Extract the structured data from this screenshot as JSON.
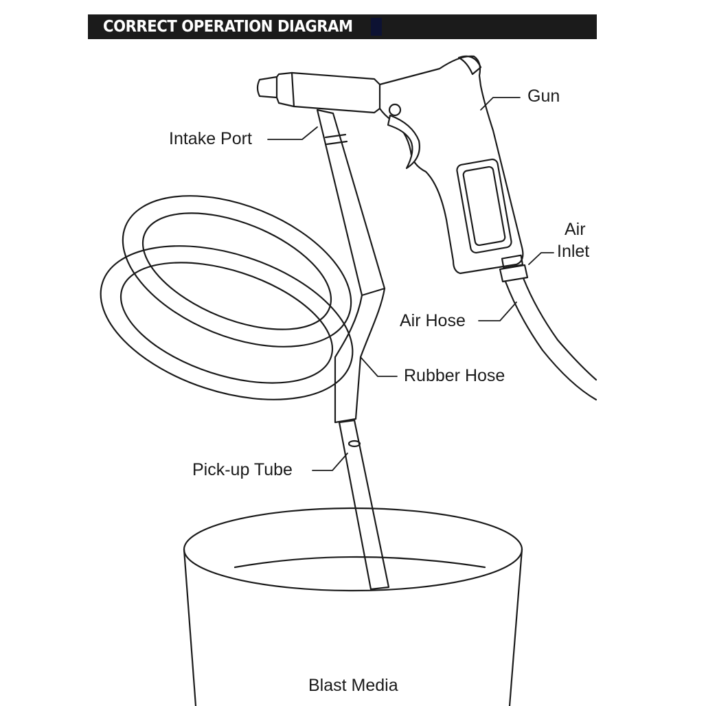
{
  "header": {
    "title": "CORRECT OPERATION DIAGRAM"
  },
  "labels": {
    "gun": "Gun",
    "intake_port": "Intake Port",
    "air": "Air",
    "inlet": "Inlet",
    "air_hose": "Air Hose",
    "rubber_hose": "Rubber Hose",
    "pickup_tube": "Pick-up Tube",
    "blast_media": "Blast Media"
  },
  "colors": {
    "header_bg": "#1b1b1b",
    "header_text": "#ffffff",
    "line": "#1a1a1a"
  }
}
